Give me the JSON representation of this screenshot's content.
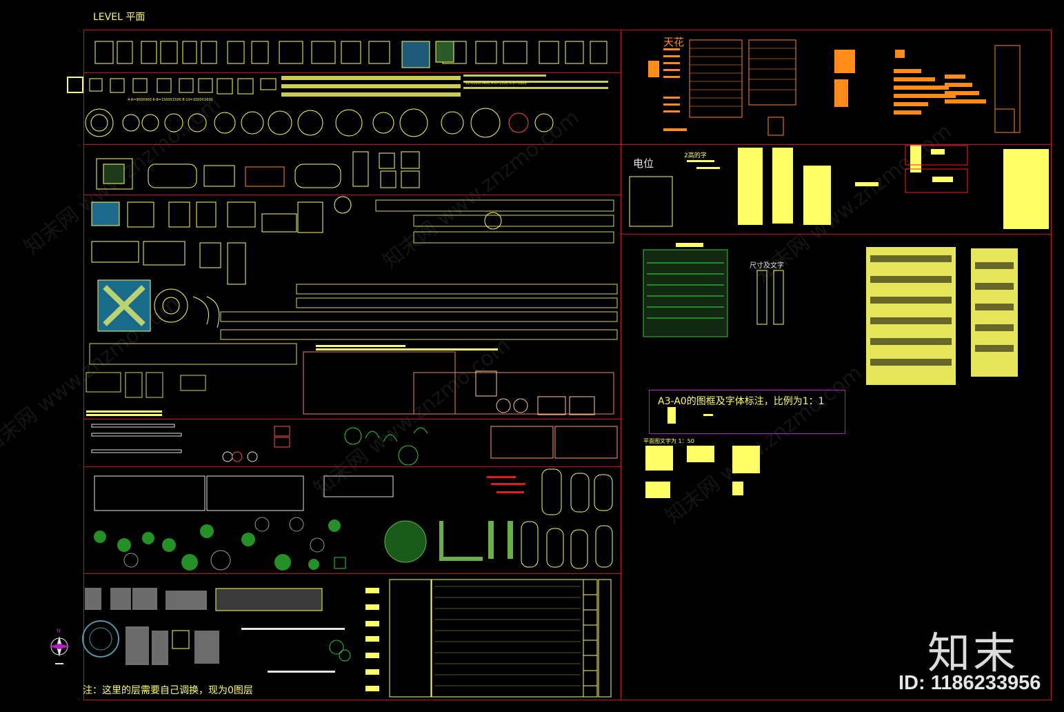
{
  "drawing": {
    "level_title": "LEVEL 平面",
    "note_layers": "注：这里的层需要自己调换，现为0图层",
    "compass_north": "N"
  },
  "labels": {
    "ceiling": "天花",
    "electrical": "电位",
    "dims_text": "尺寸及文字",
    "frame_note": "A3-A0的图框及字体标注，比例为1：1",
    "plan_text_scale": "平面图文字为 1：50",
    "title_2": "2高的字"
  },
  "table_rows": {
    "row1": "4-6=900X900  6-8=1500X1500  8-10=1500X1600",
    "row2": "12-0100/3400 4-6=1500 6-8=1800"
  },
  "watermark": {
    "brand": "知末",
    "id_text": "ID: 1186233956",
    "repeat_text": "知末网 www.znzmo.com"
  },
  "colors": {
    "frame_red": "#c8102e",
    "cad_yellow": "#ffff66",
    "cad_orange": "#ff8c1a",
    "cad_cyan": "#00c8d8",
    "cad_green": "#33cc33",
    "cad_magenta": "#b020c0",
    "cad_white": "#e6e6e6"
  }
}
